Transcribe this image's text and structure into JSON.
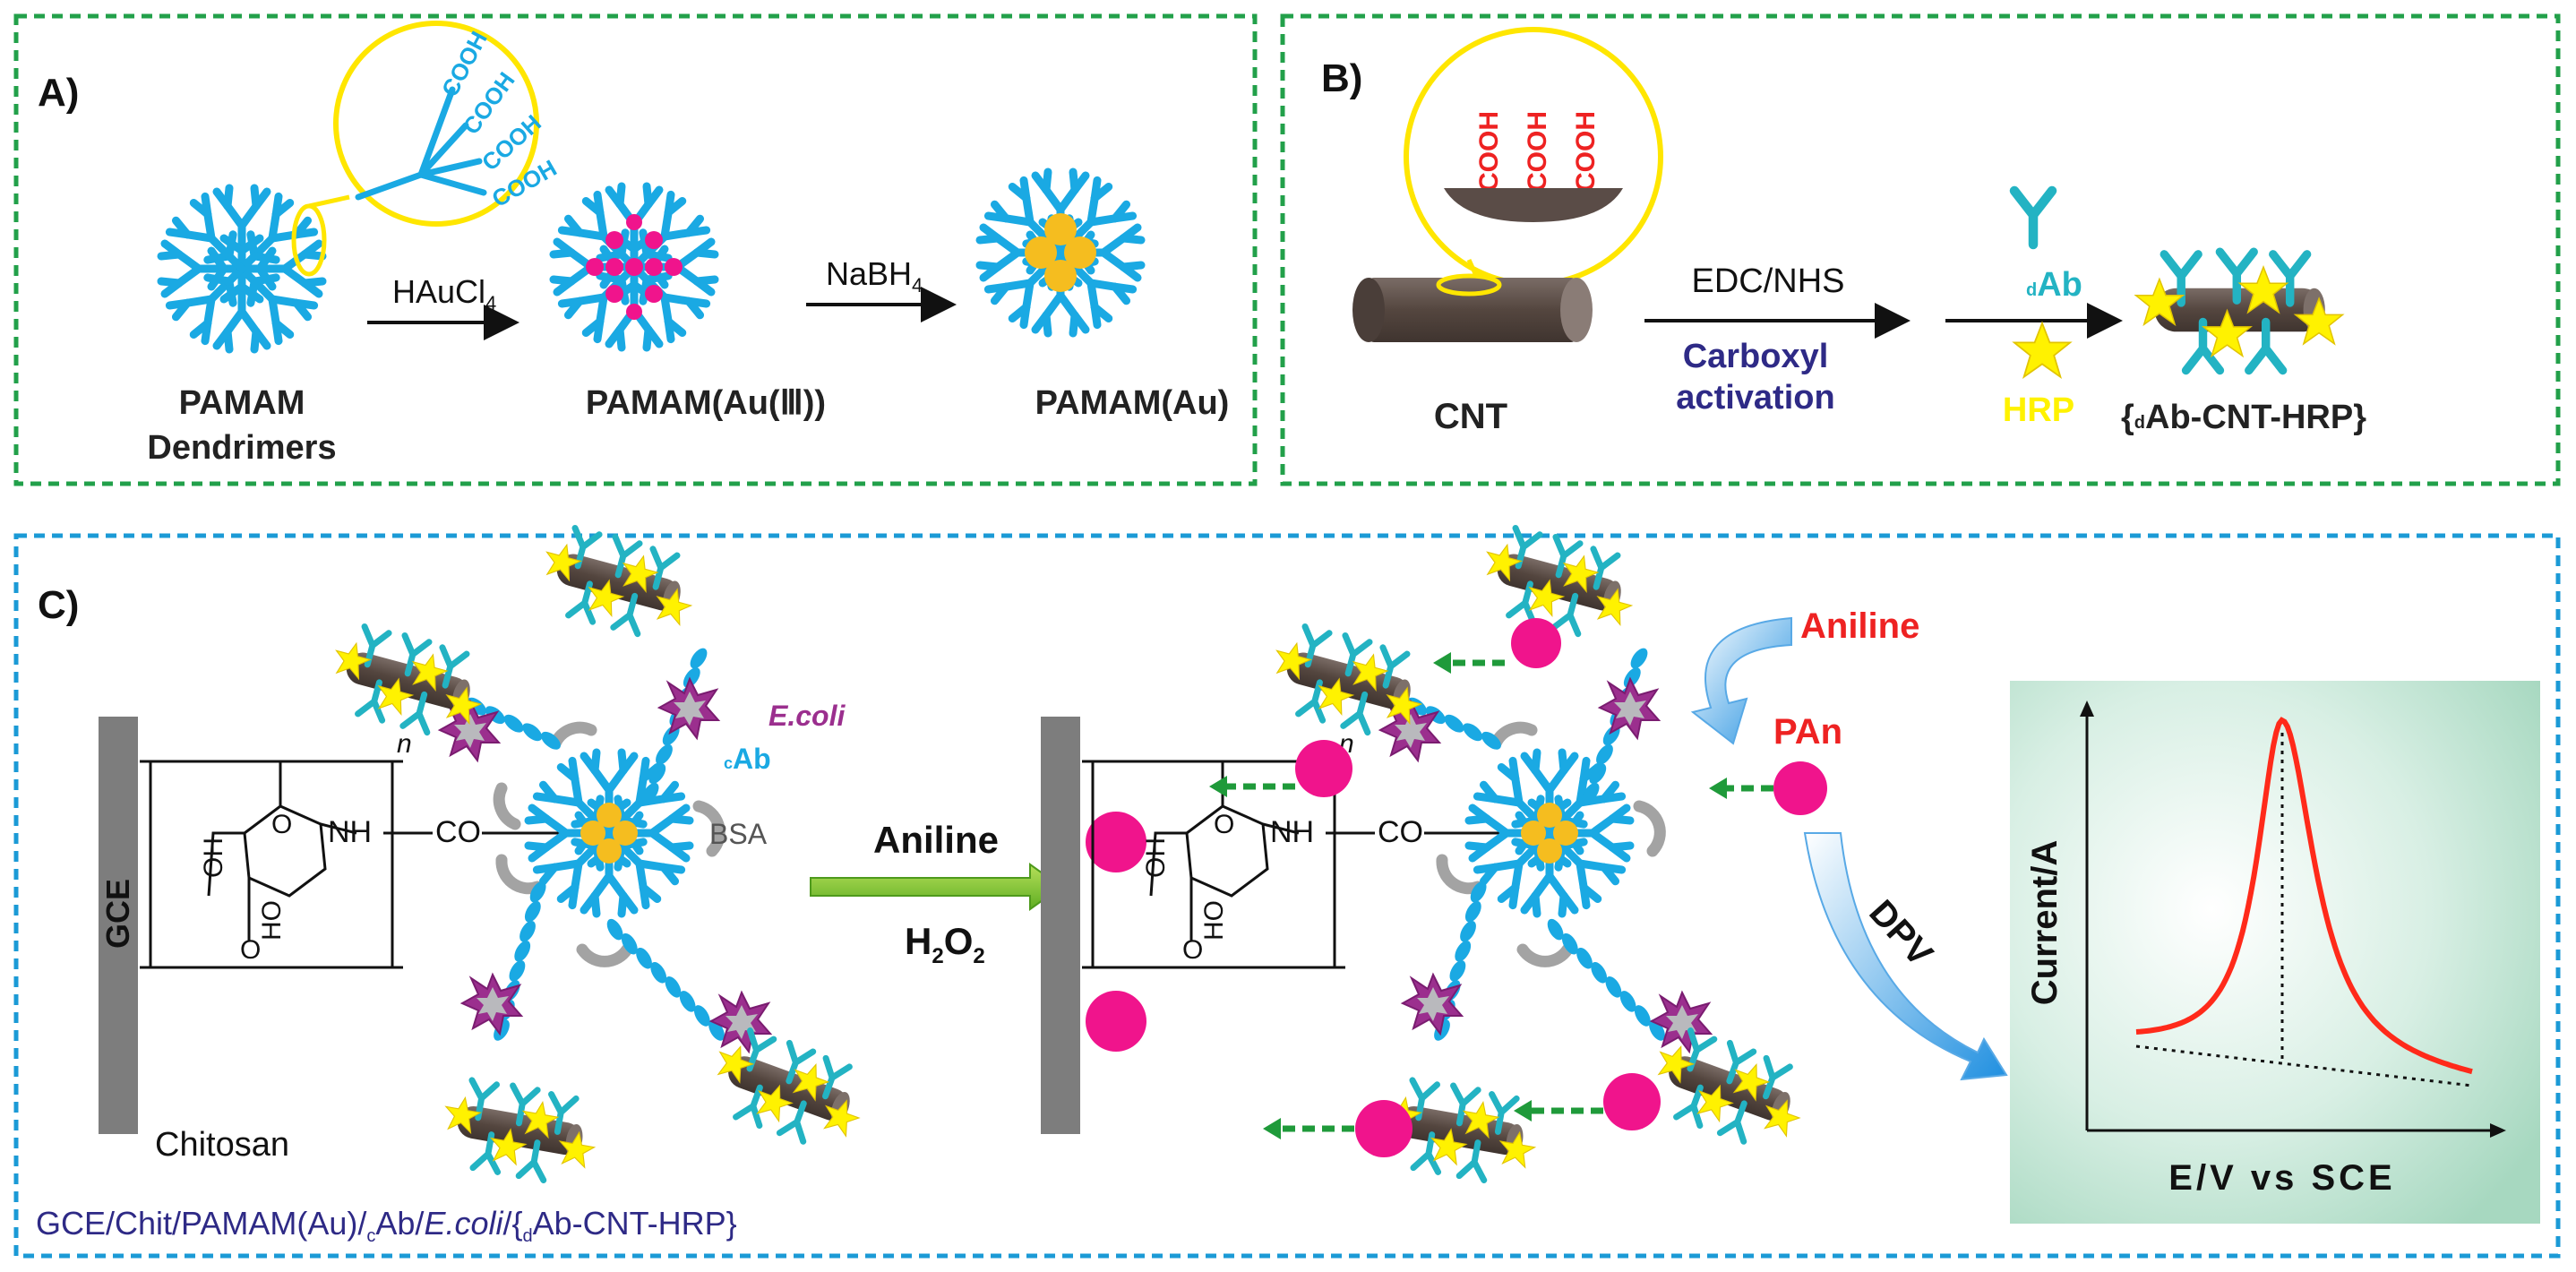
{
  "panel_a": {
    "label": "A)",
    "carboxyl_groups": [
      "COOH",
      "COOH",
      "COOH",
      "COOH"
    ],
    "step1_reagent": "HAuCl",
    "step1_reagent_sub": "4",
    "step2_reagent": "NaBH",
    "step2_reagent_sub": "4",
    "species": [
      {
        "line1": "PAMAM",
        "line2": "Dendrimers"
      },
      {
        "line1": "PAMAM(Au(Ⅲ))",
        "line2": ""
      },
      {
        "line1": "PAMAM(Au)",
        "line2": ""
      }
    ]
  },
  "panel_b": {
    "label": "B)",
    "carboxyl_groups": [
      "COOH",
      "COOH",
      "COOH"
    ],
    "nanotube": "CNT",
    "reagent": "EDC/NHS",
    "activation_line1": "Carboxyl",
    "activation_line2": "activation",
    "antibody_prefix": "d",
    "antibody": "Ab",
    "enzyme": "HRP",
    "product_open": "{",
    "product_prefix": "d",
    "product_rest": "Ab-CNT-HRP}"
  },
  "panel_c": {
    "label": "C)",
    "electrode": "GCE",
    "polymer_n": "n",
    "linkage_nh": "NH",
    "linkage_co": "CO",
    "ring_oh": "OH",
    "ring_o": "O",
    "ring_ho": "HO",
    "chitosan": "Chitosan",
    "bacteria": "E.coli",
    "capture_prefix": "c",
    "capture_ab": "Ab",
    "blocker": "BSA",
    "reaction_top": "Aniline",
    "reaction_bottom": "H",
    "reaction_bottom_sub": "2",
    "reaction_bottom_end": "O",
    "reaction_bottom_sub2": "2",
    "substrate": "Aniline",
    "product": "PAn",
    "technique": "DPV",
    "ylabel": "Current/A",
    "xlabel": "E/V vs SCE",
    "caption_a": "GCE/Chit/PAMAM(Au)/",
    "caption_c": "c",
    "caption_b": "Ab/",
    "caption_ecoli": "E.coli",
    "caption_d": "/{",
    "caption_dsub": "d",
    "caption_end": "Ab-CNT-HRP}"
  },
  "colors": {
    "green_frame": "#22a04a",
    "blue_frame": "#1b9ad6",
    "dendrimer": "#1aa9e3",
    "gold": "#f5bd1f",
    "magenta": "#f0148c",
    "antibody": "#23b3c3",
    "cnt": "#5a4c47",
    "star": "#fff200",
    "bacteria": "#9b2f8e",
    "red_text": "#ee2222",
    "navy_text": "#2e2a86",
    "peak": "#ff2a1a"
  }
}
